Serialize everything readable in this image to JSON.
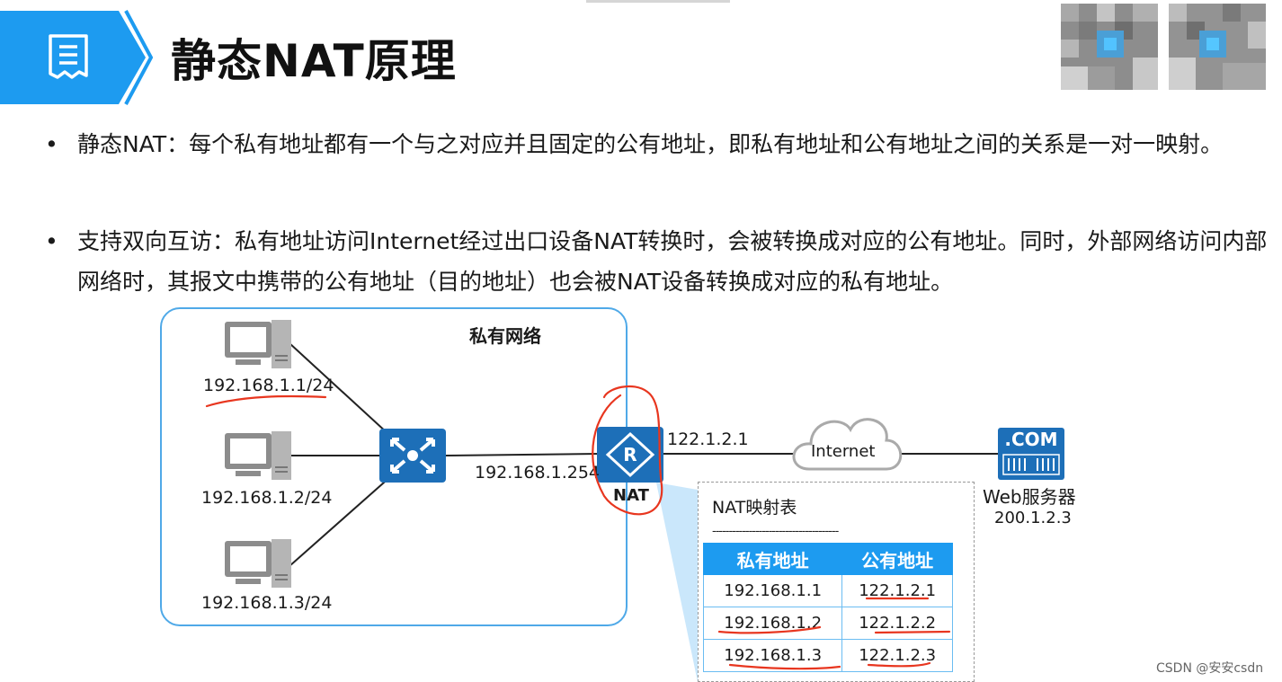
{
  "header": {
    "title": "静态NAT原理"
  },
  "bullets": [
    {
      "marker": "•",
      "text": "静态NAT：每个私有地址都有一个与之对应并且固定的公有地址，即私有地址和公有地址之间的关系是一对一映射。"
    },
    {
      "marker": "•",
      "text": "支持双向互访：私有地址访问Internet经过出口设备NAT转换时，会被转换成对应的公有地址。同时，外部网络访问内部网络时，其报文中携带的公有地址（目的地址）也会被NAT设备转换成对应的私有地址。"
    }
  ],
  "diagram": {
    "lan_label": "私有网络",
    "hosts": [
      "192.168.1.1/24",
      "192.168.1.2/24",
      "192.168.1.3/24"
    ],
    "switch_link_ip": "192.168.1.254",
    "router_label": "NAT",
    "router_public_ip": "122.1.2.1",
    "internet_label": "Internet",
    "server_badge": ".COM",
    "server_label": "Web服务器",
    "server_ip": "200.1.2.3",
    "nat_table": {
      "title": "NAT映射表",
      "divider": "--------------------------------------",
      "headers": [
        "私有地址",
        "公有地址"
      ],
      "rows": [
        [
          "192.168.1.1",
          "122.1.2.1"
        ],
        [
          "192.168.1.2",
          "122.1.2.2"
        ],
        [
          "192.168.1.3",
          "122.1.2.3"
        ]
      ]
    }
  },
  "icons": {
    "header_icon": "document-icon",
    "switch_icon": "switch-icon",
    "router_icon": "router-icon",
    "cloud_icon": "cloud-icon",
    "server_icon": "web-server-icon",
    "pc_icon": "computer-icon"
  },
  "colors": {
    "accent": "#1d9bf0",
    "annotation": "#e8361f",
    "table_border": "#6bbdf2"
  },
  "watermark": "CSDN @安安csdn"
}
